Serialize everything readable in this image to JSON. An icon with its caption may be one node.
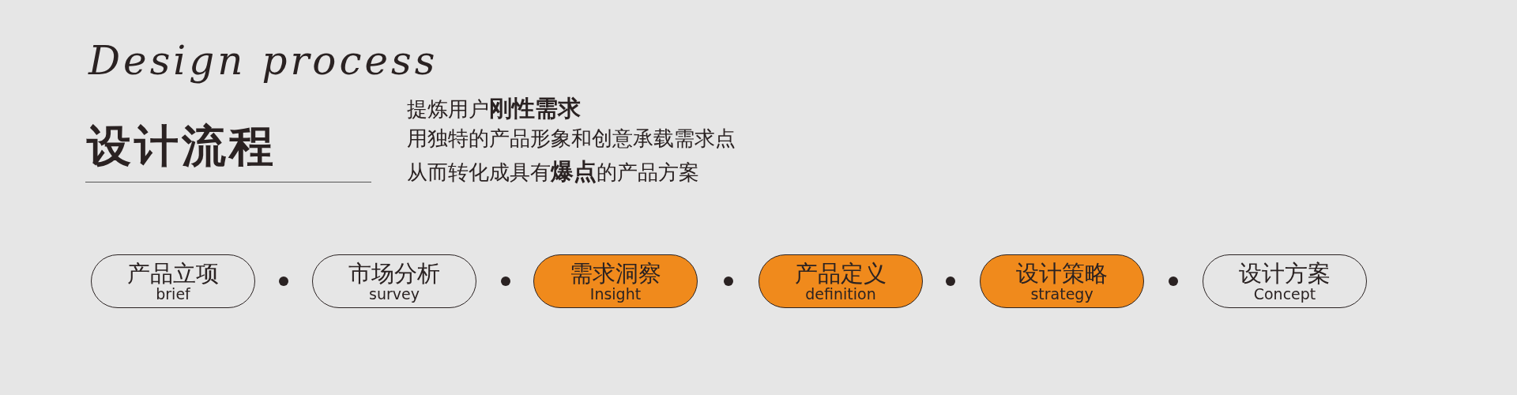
{
  "diagram": {
    "title": "设计流程",
    "nodes": [
      {
        "text": [
          "产品立项",
          "brief"
        ]
      },
      {
        "text": [],
        "shape": "circle"
      },
      {
        "text": [
          "市场分析",
          "survey"
        ]
      },
      {
        "text": [],
        "shape": "circle"
      },
      {
        "text": [
          "需求洞察",
          "Insight"
        ]
      },
      {
        "text": [],
        "shape": "circle"
      },
      {
        "text": [
          "产品定义",
          "definition"
        ]
      },
      {
        "text": [],
        "shape": "circle"
      },
      {
        "text": [
          "设计策略",
          "strategy"
        ]
      },
      {
        "text": [],
        "shape": "circle"
      },
      {
        "text": [
          "设计方案",
          "Concept"
        ]
      }
    ],
    "labels": [
      "Design process",
      "提炼用户**刚性需求**",
      "用独特的产品形象和创意承载需求点",
      "从而转化成具有**爆点**的产品方案"
    ]
  }
}
